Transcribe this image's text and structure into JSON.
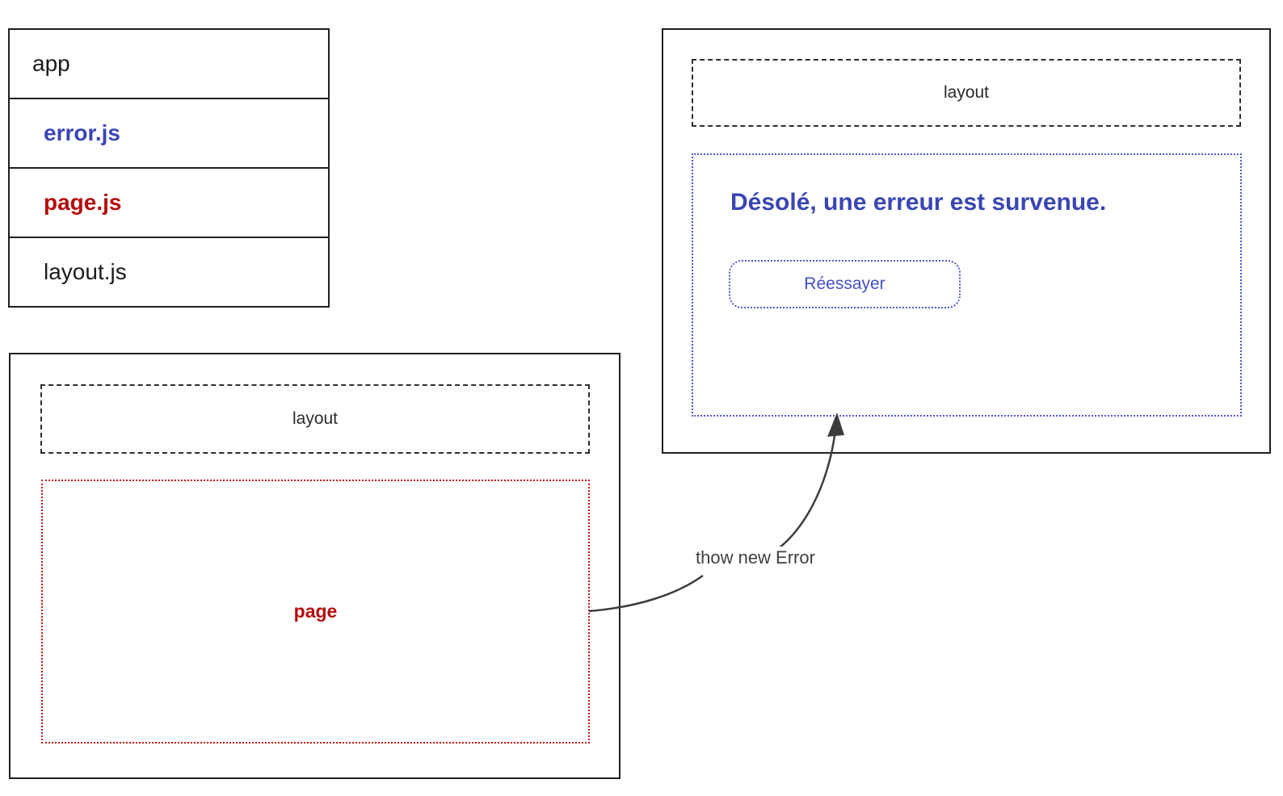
{
  "file_tree": {
    "items": [
      {
        "label": "app",
        "style": "plain"
      },
      {
        "label": "error.js",
        "style": "blue-bold"
      },
      {
        "label": "page.js",
        "style": "red-bold"
      },
      {
        "label": "layout.js",
        "style": "plain"
      }
    ]
  },
  "page_panel": {
    "layout_label": "layout",
    "page_label": "page"
  },
  "error_panel": {
    "layout_label": "layout",
    "heading": "Désolé, une erreur est survenue.",
    "retry_label": "Réessayer"
  },
  "arrow": {
    "label": "thow new Error"
  },
  "colors": {
    "blue_text": "#3a46b2",
    "blue_border": "#5058cf",
    "red_text": "#b50d0d",
    "red_border": "#c91111",
    "box_border": "#1f1f1f",
    "dashed_border": "#2e2e2e",
    "arrow": "#3c3c3c"
  }
}
